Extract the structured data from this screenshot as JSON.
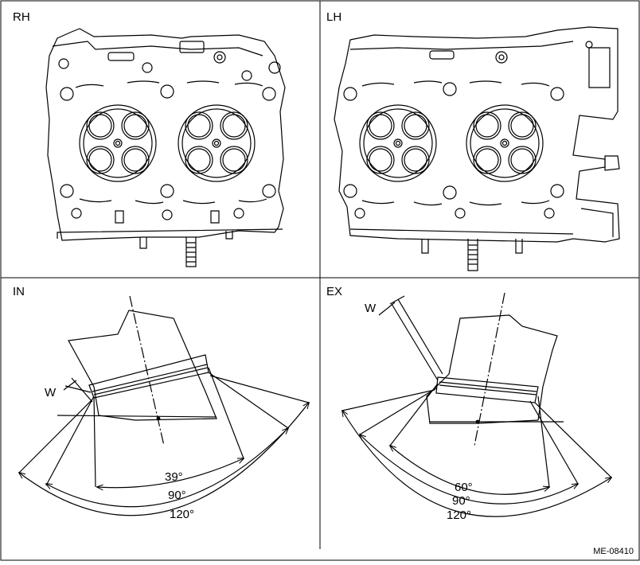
{
  "panels": {
    "rh": {
      "label": "RH"
    },
    "lh": {
      "label": "LH"
    },
    "in": {
      "label": "IN",
      "w_label": "W",
      "angles": [
        "39°",
        "90°",
        "120°"
      ]
    },
    "ex": {
      "label": "EX",
      "w_label": "W",
      "angles": [
        "60°",
        "90°",
        "120°"
      ]
    }
  },
  "reference_code": "ME-08410",
  "colors": {
    "line": "#000000",
    "background": "#ffffff"
  }
}
